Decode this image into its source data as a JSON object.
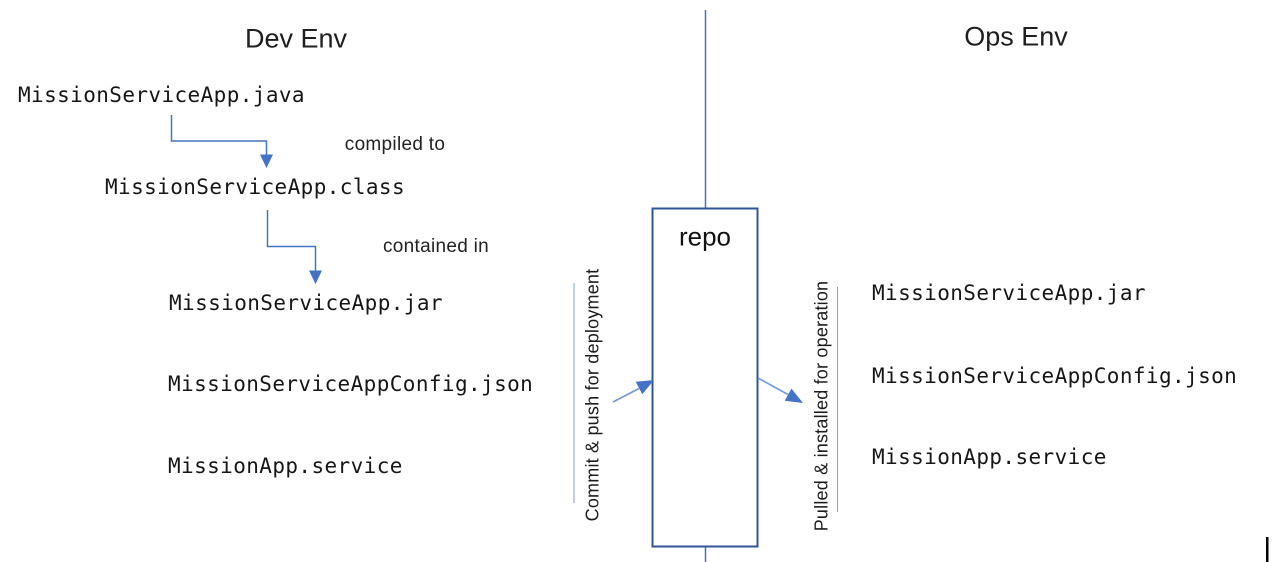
{
  "dev": {
    "header": "Dev Env",
    "file_java": "MissionServiceApp.java",
    "file_class": "MissionServiceApp.class",
    "file_jar": "MissionServiceApp.jar",
    "file_config": "MissionServiceAppConfig.json",
    "file_service": "MissionApp.service",
    "label_compiled": "compiled to",
    "label_contained": "contained in",
    "flow_label": "Commit & push for deployment"
  },
  "repo": {
    "label": "repo"
  },
  "ops": {
    "header": "Ops Env",
    "file_jar": "MissionServiceApp.jar",
    "file_config": "MissionServiceAppConfig.json",
    "file_service": "MissionApp.service",
    "flow_label": "Pulled & installed for operation"
  },
  "colors": {
    "connector_blue": "#4472C4",
    "arrow_shaft_blue": "#6f9ad8",
    "arrowhead_blue": "#4472C4",
    "rule_blue": "#7da0d4",
    "repo_border_blue": "#2F5597",
    "cursor_black": "#000000"
  }
}
